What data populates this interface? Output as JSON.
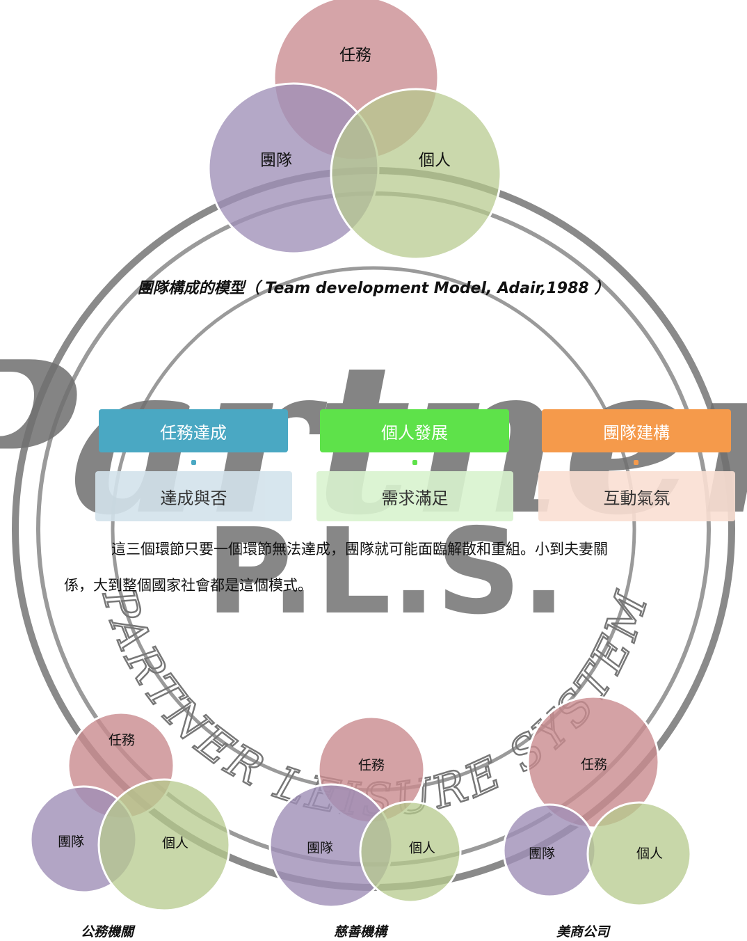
{
  "watermark": {
    "script_text": "Partner",
    "logo_text": "P.L.S.",
    "ring_text": "PARTNER LEISURE SYSTEM"
  },
  "main_diagram": {
    "circles": [
      {
        "label": "任務",
        "color": "#c98b8f"
      },
      {
        "label": "團隊",
        "color": "#9f8fb7"
      },
      {
        "label": "個人",
        "color": "#b6c98c"
      }
    ],
    "caption": "團隊構成的模型（ Team development Model, Adair,1988 ）"
  },
  "process": {
    "columns": [
      {
        "head": "任務達成",
        "body": "達成與否",
        "head_color": "#4aa8c3",
        "body_color": "#d3e3ec",
        "dot_color": "#4aa8c3"
      },
      {
        "head": "個人發展",
        "body": "需求滿足",
        "head_color": "#5ee24a",
        "body_color": "#d9f3cf",
        "dot_color": "#5ee24a"
      },
      {
        "head": "團隊建構",
        "body": "互動氣氛",
        "head_color": "#f59a4b",
        "body_color": "#fadfd3",
        "dot_color": "#f59a4b"
      }
    ]
  },
  "paragraph": {
    "line1": "這三個環節只要一個環節無法達成，團隊就可能面臨解散和重組。小到夫妻關",
    "line2": "係，大到整個國家社會都是這個模式。"
  },
  "small_diagrams": [
    {
      "caption": "公務機關",
      "labels": {
        "task": "任務",
        "team": "團隊",
        "person": "個人"
      }
    },
    {
      "caption": "慈善機構",
      "labels": {
        "task": "任務",
        "team": "團隊",
        "person": "個人"
      }
    },
    {
      "caption": "美商公司",
      "labels": {
        "task": "任務",
        "team": "團隊",
        "person": "個人"
      }
    }
  ]
}
